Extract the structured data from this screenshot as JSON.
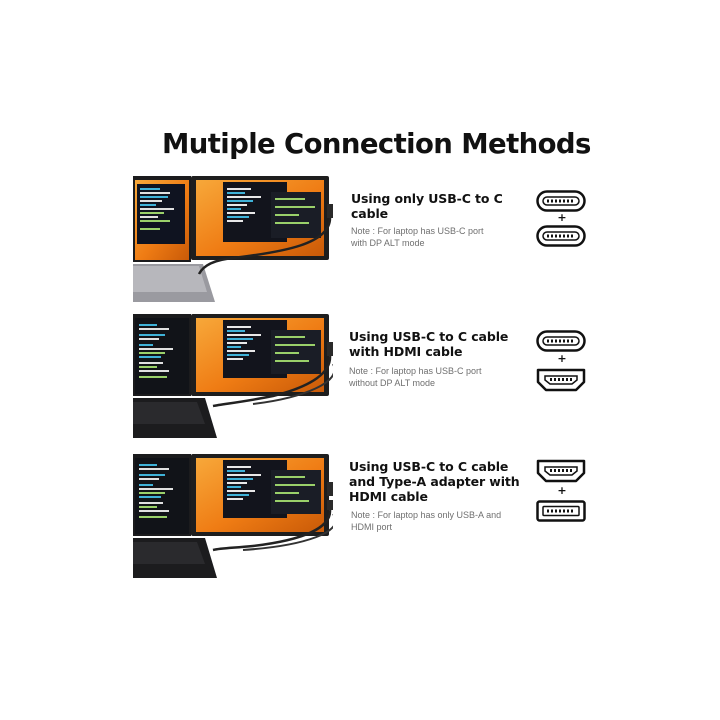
{
  "title": "Mutiple Connection Methods",
  "methods": [
    {
      "heading_lines": [
        "Using only USB-C to C",
        "cable"
      ],
      "note_lines": [
        "Note : For laptop has USB-C port",
        "with DP ALT mode"
      ],
      "ports": [
        "usb-c-port-icon",
        "usb-c-port-icon"
      ],
      "plus": "+"
    },
    {
      "heading_lines": [
        "Using USB-C to C cable",
        "with HDMI cable"
      ],
      "note_lines": [
        "Note : For laptop has USB-C port",
        "without DP ALT mode"
      ],
      "ports": [
        "usb-c-port-icon",
        "hdmi-port-icon"
      ],
      "plus": "+"
    },
    {
      "heading_lines": [
        "Using USB-C to C cable",
        "and Type-A adapter with",
        "HDMI cable"
      ],
      "note_lines": [
        "Note : For laptop has only USB-A and",
        "HDMI port"
      ],
      "ports": [
        "hdmi-port-icon",
        "usb-a-port-icon"
      ],
      "plus": "+"
    }
  ],
  "colors": {
    "screen_orange": "#f08a1c",
    "bezel": "#1e1e1e",
    "text": "#111111",
    "note": "#6f6f6f"
  }
}
